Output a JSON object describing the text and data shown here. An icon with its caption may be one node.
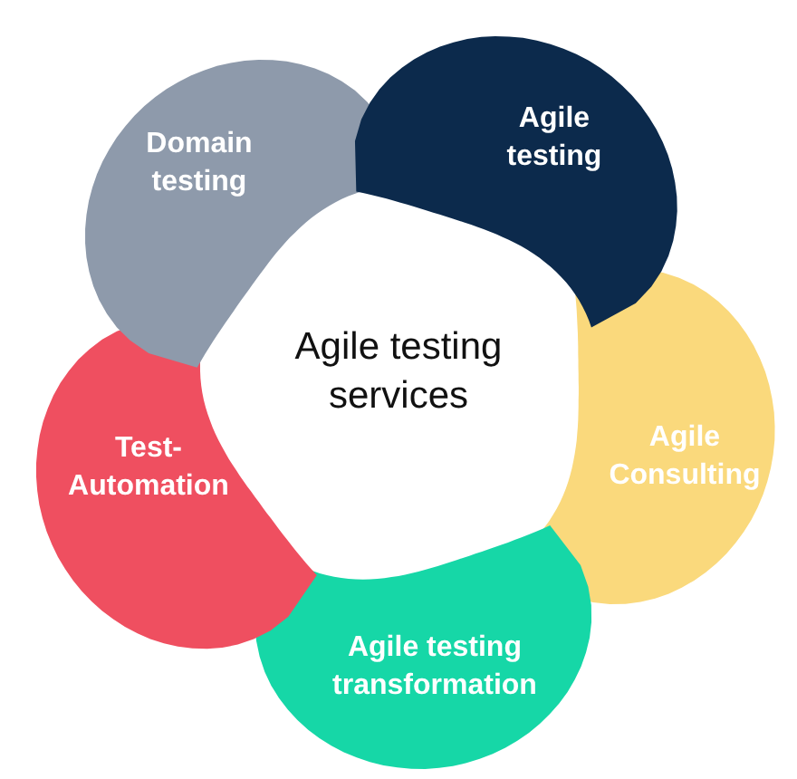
{
  "diagram": {
    "title": "Agile testing services",
    "nodes": [
      {
        "text": [
          "Agile testing"
        ]
      },
      {
        "text": [
          "Agile Consulting"
        ]
      },
      {
        "text": [
          "Agile testing transformation"
        ]
      },
      {
        "text": [
          "Test-Automation"
        ]
      },
      {
        "text": [
          "Domain testing"
        ]
      }
    ]
  }
}
